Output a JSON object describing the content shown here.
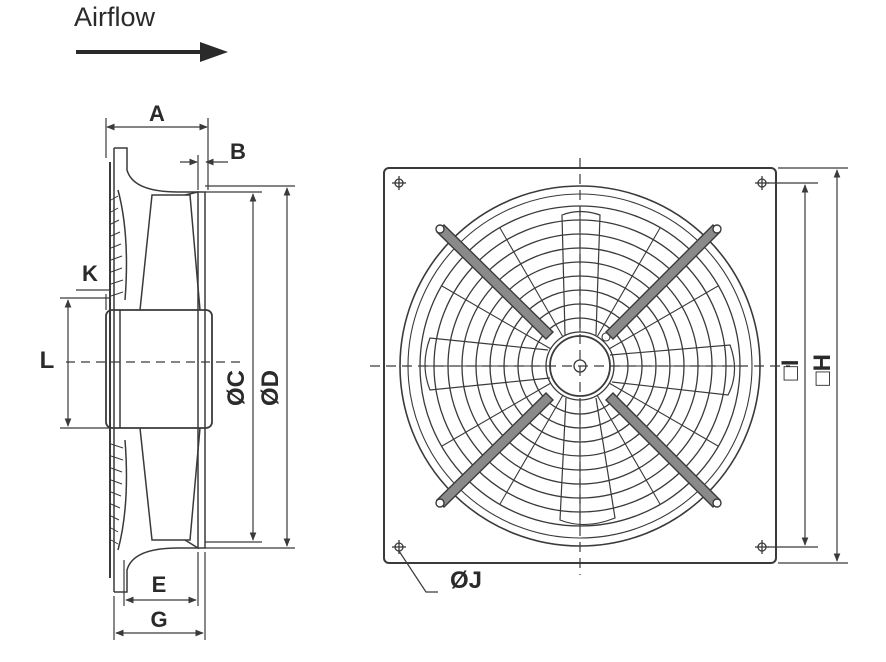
{
  "airflow": {
    "label": "Airflow"
  },
  "dimensions": {
    "A": "A",
    "B": "B",
    "K": "K",
    "L": "L",
    "C": "ØC",
    "D": "ØD",
    "E": "E",
    "G": "G",
    "J": "ØJ",
    "I": "□I",
    "H": "□H"
  },
  "colors": {
    "line": "#3a3a3a",
    "blade_fill": "#8a8a8a",
    "background": "#ffffff"
  }
}
